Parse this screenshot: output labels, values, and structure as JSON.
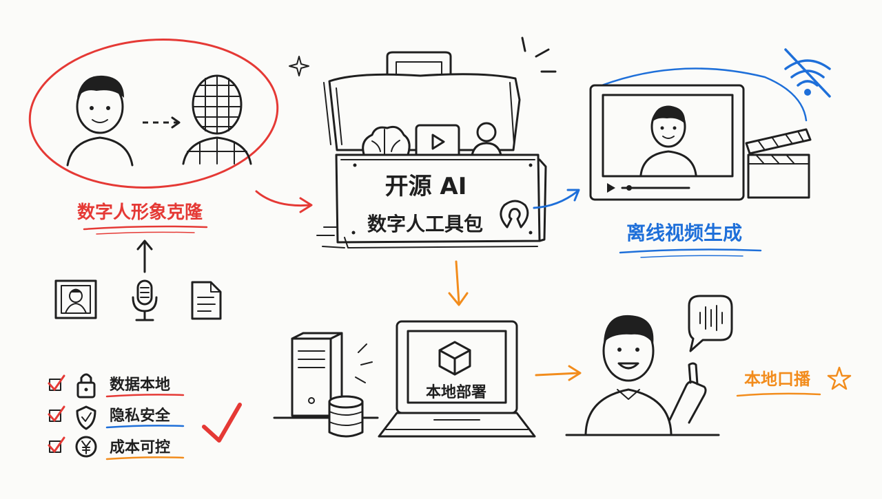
{
  "labels": {
    "clone": "数字人形象克隆",
    "toolbox_line1": "开源 AI",
    "toolbox_line2": "数字人工具包",
    "offline_video": "离线视频生成",
    "local_deploy": "本地部署",
    "local_broadcast": "本地口播"
  },
  "benefits": [
    {
      "icon": "lock-icon",
      "label": "数据本地",
      "underline_color": "#e53935"
    },
    {
      "icon": "shield-icon",
      "label": "隐私安全",
      "underline_color": "#1e6fd9"
    },
    {
      "icon": "yen-icon",
      "label": "成本可控",
      "underline_color": "#f28c1c"
    }
  ],
  "colors": {
    "ink": "#1f1f1f",
    "red": "#e53935",
    "blue": "#1e6fd9",
    "orange": "#f28c1c"
  }
}
